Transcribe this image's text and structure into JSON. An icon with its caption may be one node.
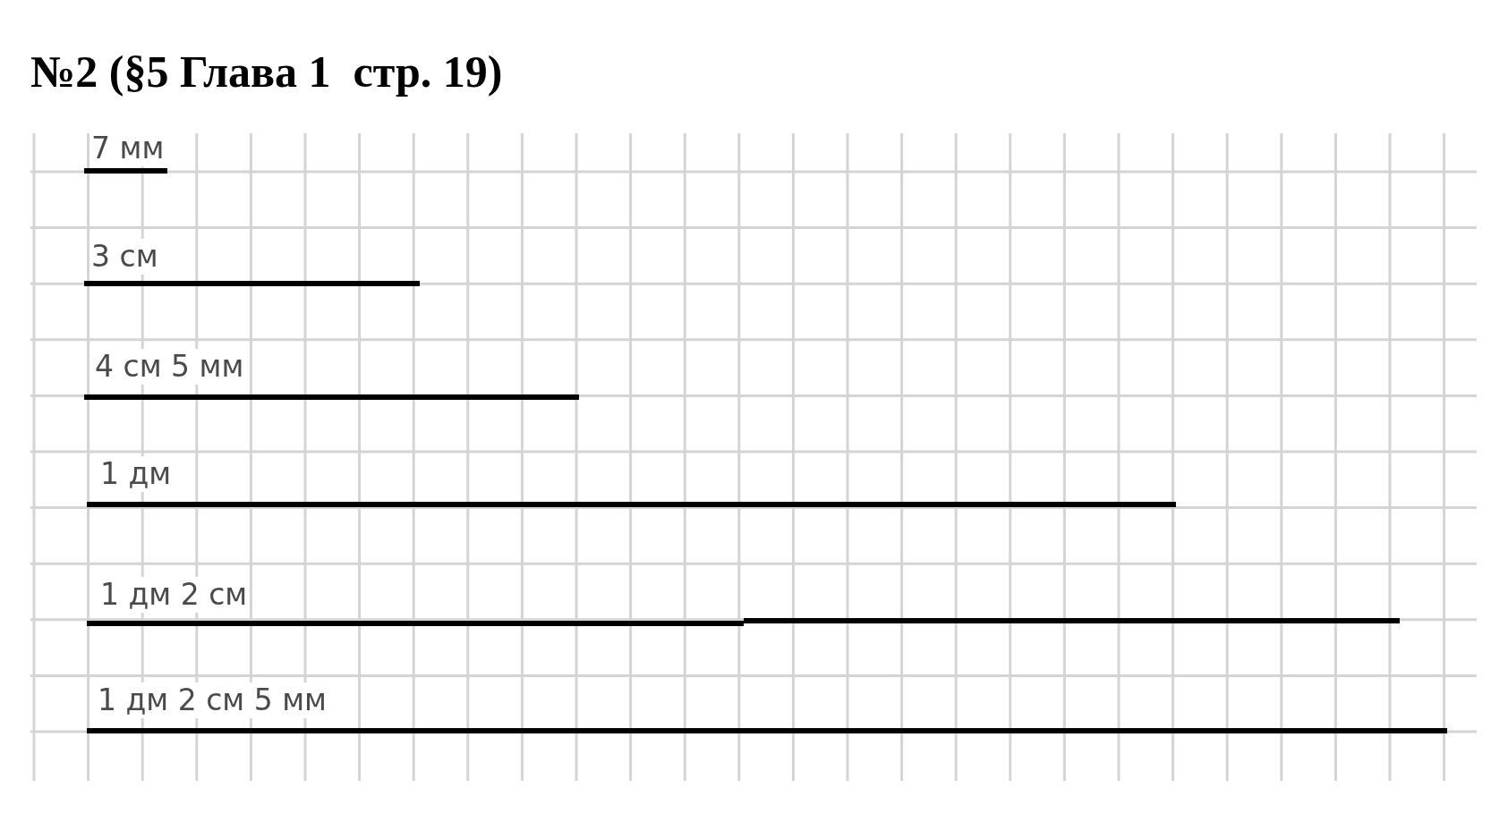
{
  "diagram": {
    "title": "№2 (§5 Глава 1  стр. 19)",
    "labels": [
      "7 мм",
      "3 см",
      "4 см 5 мм",
      "1 дм",
      "1 дм 2 см",
      "1 дм 2 см 5 мм"
    ]
  }
}
